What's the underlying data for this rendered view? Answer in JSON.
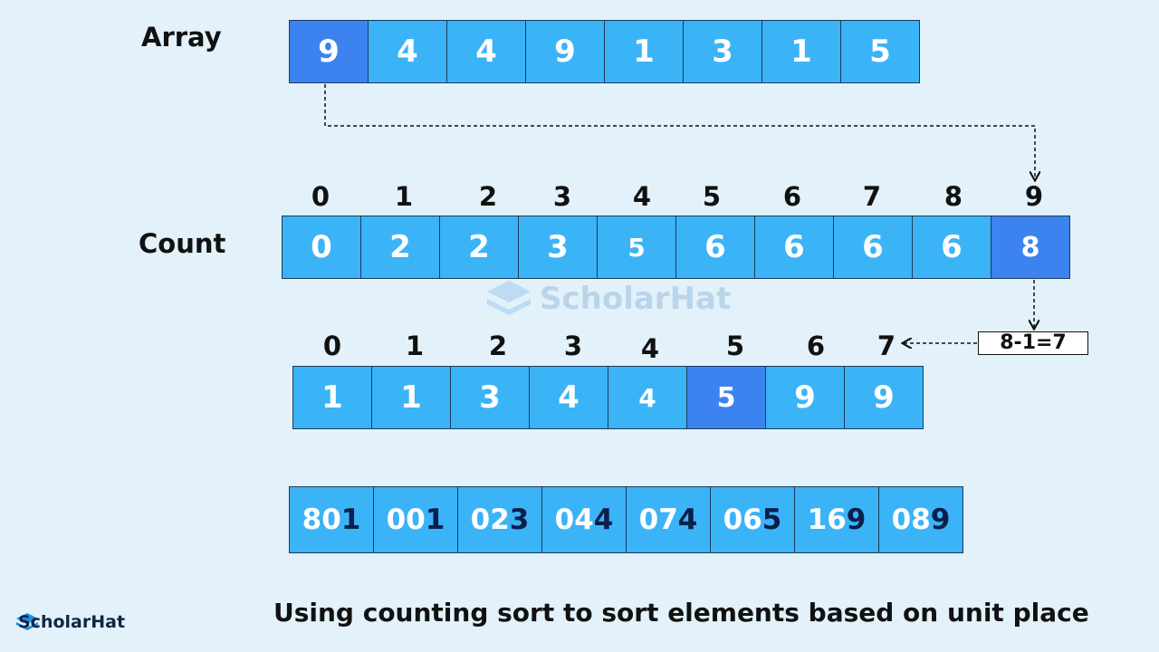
{
  "labels": {
    "array": "Array",
    "count": "Count"
  },
  "array": [
    "9",
    "4",
    "4",
    "9",
    "1",
    "3",
    "1",
    "5"
  ],
  "count_indices": [
    "0",
    "1",
    "2",
    "3",
    "4",
    "5",
    "6",
    "7",
    "8",
    "9"
  ],
  "count_values": [
    "0",
    "2",
    "2",
    "3",
    "5",
    "6",
    "6",
    "6",
    "6",
    "8"
  ],
  "output_indices": [
    "0",
    "1",
    "2",
    "3",
    "4",
    "5",
    "6",
    "7"
  ],
  "output_values": [
    "1",
    "1",
    "3",
    "4",
    "4",
    "5",
    "9",
    "9"
  ],
  "sorted_numbers": [
    {
      "prefix": "80",
      "digit": "1"
    },
    {
      "prefix": "00",
      "digit": "1"
    },
    {
      "prefix": "02",
      "digit": "3"
    },
    {
      "prefix": "04",
      "digit": "4"
    },
    {
      "prefix": "07",
      "digit": "4"
    },
    {
      "prefix": "06",
      "digit": "5"
    },
    {
      "prefix": "16",
      "digit": "9"
    },
    {
      "prefix": "08",
      "digit": "9"
    }
  ],
  "calculation": "8-1=7",
  "caption": "Using counting sort to sort elements based on unit place",
  "brand": "ScholarHat",
  "watermark": "ScholarHat",
  "colors": {
    "cell": "#3bb3f7",
    "highlight": "#3d83f0",
    "background": "#e3f1fb",
    "digit": "#0b1f4a"
  }
}
